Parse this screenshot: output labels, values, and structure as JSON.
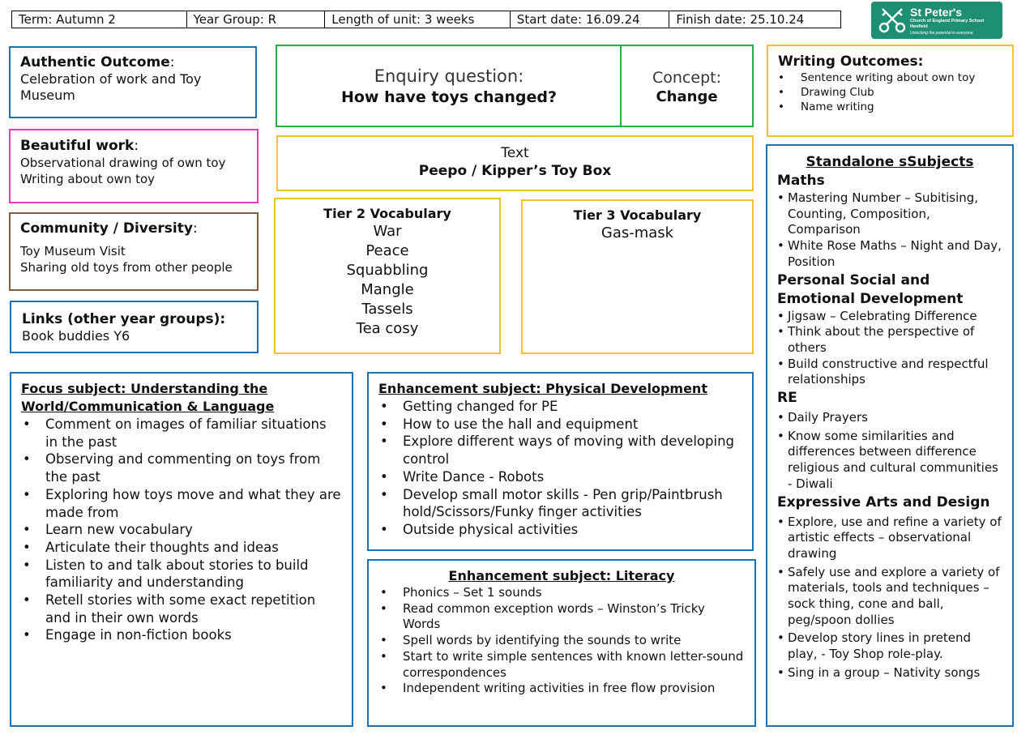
{
  "header": {
    "term": "Term: Autumn 2",
    "year_group": "Year Group: R",
    "length": "Length of unit: 3 weeks",
    "start": "Start date: 16.09.24",
    "finish": "Finish date: 25.10.24"
  },
  "logo": {
    "name": "St Peter's",
    "sub_line1": "Church of England Primary School",
    "sub_line2": "Henfield",
    "tagline": "Unlocking the potential in everyone"
  },
  "authentic": {
    "title": "Authentic Outcome",
    "colon": ":",
    "text": "Celebration of work and Toy Museum"
  },
  "beautiful": {
    "title": "Beautiful work",
    "colon": ":",
    "lines": [
      "Observational drawing of own toy",
      "Writing about own toy"
    ]
  },
  "community": {
    "title": "Community / Diversity",
    "colon": ":",
    "lines": [
      "Toy Museum Visit",
      "Sharing old toys from other people"
    ]
  },
  "links": {
    "title": "Links (other year groups):",
    "text": "Book buddies Y6"
  },
  "enquiry": {
    "label": "Enquiry question:",
    "question": "How have toys changed?"
  },
  "concept": {
    "label": "Concept:",
    "value": "Change"
  },
  "text_box": {
    "label": "Text",
    "value": "Peepo / Kipper’s Toy Box"
  },
  "tier2": {
    "title": "Tier 2 Vocabulary",
    "words": [
      "War",
      "Peace",
      "Squabbling",
      "Mangle",
      "Tassels",
      "Tea cosy"
    ]
  },
  "tier3": {
    "title": "Tier 3 Vocabulary",
    "words": [
      "Gas-mask"
    ]
  },
  "writing": {
    "title": "Writing Outcomes:",
    "items": [
      "Sentence writing about own toy",
      "Drawing Club",
      "Name writing"
    ]
  },
  "standalone": {
    "title": "Standalone sSubjects",
    "maths": {
      "heading": "Maths",
      "items": [
        "Mastering Number – Subitising, Counting, Composition, Comparison",
        "White Rose Maths – Night and Day, Position"
      ]
    },
    "psed": {
      "heading": "Personal Social and Emotional Development",
      "items": [
        "Jigsaw – Celebrating Difference",
        "Think about the perspective of others",
        "Build constructive and respectful relationships"
      ]
    },
    "re": {
      "heading": "RE",
      "items": [
        "Daily Prayers",
        "Know some similarities and differences between difference religious and cultural communities - Diwali"
      ]
    },
    "ead": {
      "heading": "Expressive Arts and Design",
      "items": [
        "Explore, use and refine a variety of artistic effects – observational drawing",
        "Safely use and explore a variety of materials, tools and techniques – sock thing, cone and ball, peg/spoon dollies",
        "Develop story lines in pretend play, - Toy Shop role-play.",
        "Sing in a group – Nativity songs"
      ]
    }
  },
  "focus": {
    "title": "Focus subject: Understanding the World/Communication & Language",
    "items": [
      "Comment on images of familiar situations in the past",
      "Observing and commenting on toys from the past",
      "Exploring how toys move and what they are made from",
      "Learn new vocabulary",
      "Articulate their thoughts and ideas",
      "Listen to and talk about stories to build familiarity and understanding",
      "Retell stories with some exact repetition and in their own words",
      "Engage in non-fiction books"
    ]
  },
  "physical": {
    "title": "Enhancement subject: Physical Development",
    "items": [
      "Getting changed for PE",
      "How to use the hall and equipment",
      "Explore different ways of moving with developing control",
      "Write Dance - Robots",
      "Develop small motor skills - Pen grip/Paintbrush hold/Scissors/Funky finger activities",
      "Outside physical activities"
    ]
  },
  "literacy": {
    "title": "Enhancement subject: Literacy",
    "items": [
      "Phonics – Set 1 sounds",
      "Read common exception words – Winston’s Tricky Words",
      "Spell words by identifying the sounds to write",
      "Start to write simple sentences with known letter-sound correspondences",
      "Independent writing activities in free flow provision"
    ]
  },
  "colors": {
    "blue": "#1f6fb3",
    "pink": "#e83ab9",
    "brown": "#8a5a3c",
    "green": "#2eaa4a",
    "yellow": "#f2c12e",
    "logo": "#1f8f73"
  }
}
